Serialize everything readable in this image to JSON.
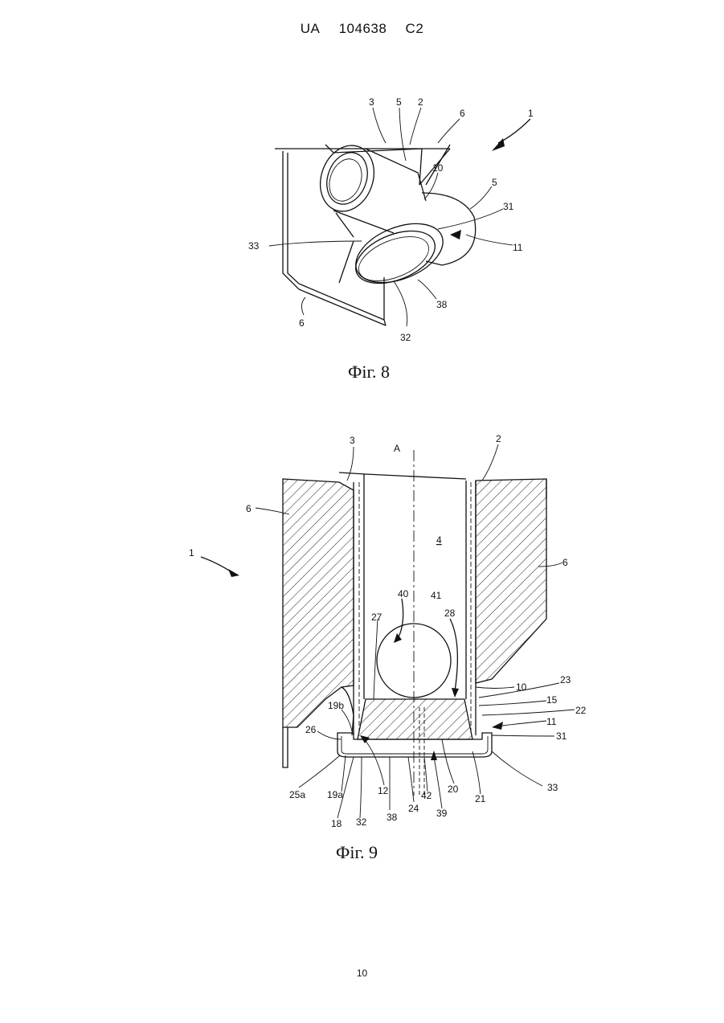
{
  "header": {
    "country": "UA",
    "number": "104638",
    "kind": "C2"
  },
  "figure8": {
    "caption": "Фіг. 8",
    "labels": [
      "1",
      "2",
      "3",
      "5",
      "6",
      "10",
      "5",
      "31",
      "11",
      "33",
      "38",
      "6",
      "32"
    ]
  },
  "figure9": {
    "caption": "Фіг. 9",
    "labels": [
      "3",
      "A",
      "2",
      "6",
      "1",
      "4",
      "6",
      "40",
      "41",
      "27",
      "28",
      "10",
      "23",
      "15",
      "22",
      "11",
      "31",
      "19b",
      "26",
      "33",
      "25a",
      "19a",
      "12",
      "24",
      "42",
      "20",
      "21",
      "39",
      "18",
      "32",
      "38"
    ]
  },
  "page_number": "10"
}
